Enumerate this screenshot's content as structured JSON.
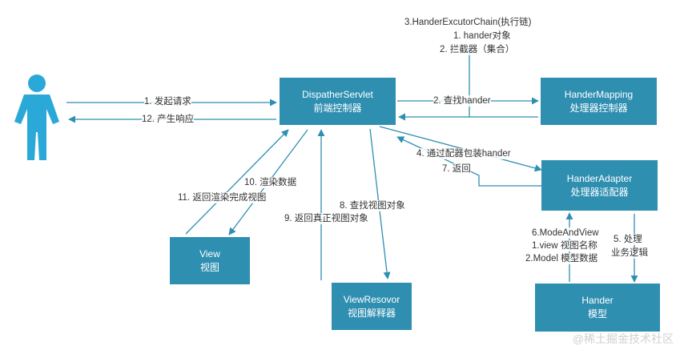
{
  "nodes": {
    "user": {
      "icon": "person-icon"
    },
    "dispatcher": {
      "line1": "DispatherServlet",
      "line2": "前端控制器"
    },
    "mapping": {
      "line1": "HanderMapping",
      "line2": "处理器控制器"
    },
    "adapter": {
      "line1": "HanderAdapter",
      "line2": "处理器适配器"
    },
    "view": {
      "line1": "View",
      "line2": "视图"
    },
    "resolver": {
      "line1": "ViewResovor",
      "line2": "视图解释器"
    },
    "hander": {
      "line1": "Hander",
      "line2": "模型"
    }
  },
  "labels": {
    "step1": "1. 发起请求",
    "step12": "12. 产生响应",
    "step2": "2. 查找hander",
    "step3_title": "3.HanderExcutorChain(执行链)",
    "step3_item1": "1. hander对象",
    "step3_item2": "2. 拦截器（集合）",
    "step4": "4. 通过配器包装hander",
    "step7": "7. 返回",
    "step5_line1": "5. 处理",
    "step5_line2": "业务逻辑",
    "step6_title": "6.ModeAndView",
    "step6_item1": "1.view 视图名称",
    "step6_item2": "2.Model 模型数据",
    "step8": "8. 查找视图对象",
    "step9": "9. 返回真正视图对象",
    "step10": "10. 渲染数据",
    "step11": "11. 返回渲染完成视图"
  },
  "watermark": "@稀土掘金技术社区",
  "colors": {
    "box": "#2f8fb1",
    "arrow": "#2f8fb1",
    "person": "#2aa8d8",
    "text": "#333333"
  }
}
